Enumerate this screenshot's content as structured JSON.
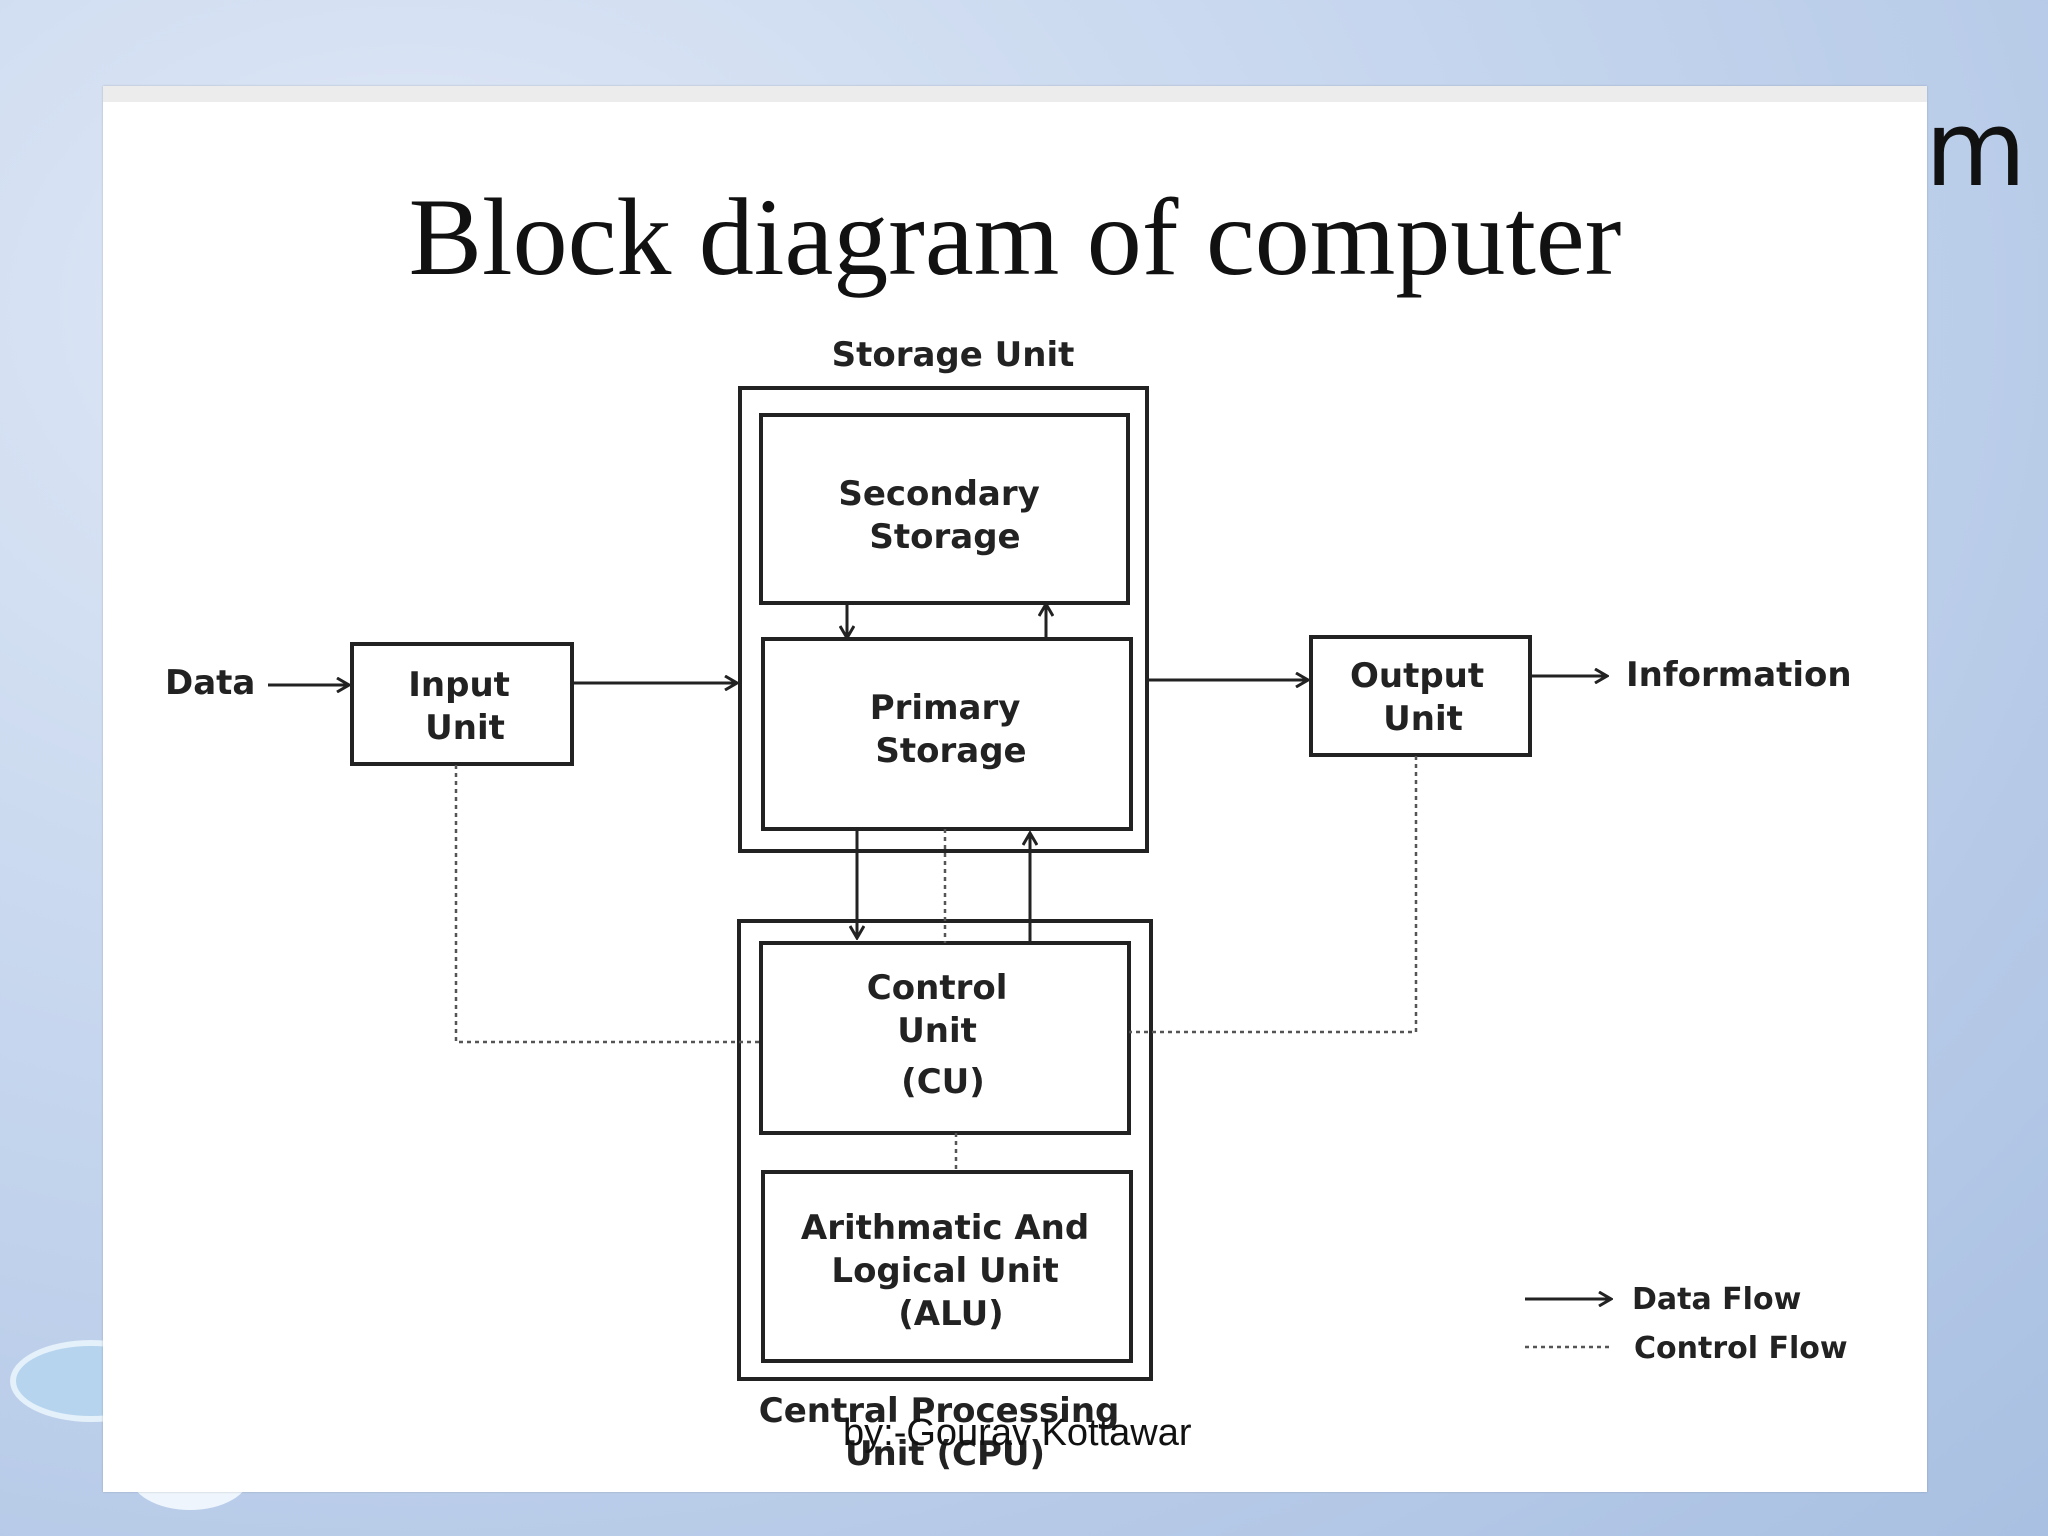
{
  "slide": {
    "title": "Block diagram of computer",
    "behind_title_fragment": "m",
    "author": "by:-Gourav Kottawar"
  },
  "diagram": {
    "input_label": "Data",
    "output_label": "Information",
    "storage_unit": {
      "label": "Storage Unit",
      "secondary": [
        "Secondary",
        "Storage"
      ],
      "primary": [
        "Primary",
        "Storage"
      ]
    },
    "input_unit": [
      "Input",
      "Unit"
    ],
    "output_unit": [
      "Output",
      "Unit"
    ],
    "cpu": {
      "label": [
        "Central Processing",
        "Unit (CPU)"
      ],
      "control_unit": [
        "Control",
        "Unit",
        "(CU)"
      ],
      "alu": [
        "Arithmatic And",
        "Logical Unit",
        "(ALU)"
      ]
    },
    "legend": {
      "data_flow": "Data Flow",
      "control_flow": "Control Flow"
    }
  }
}
